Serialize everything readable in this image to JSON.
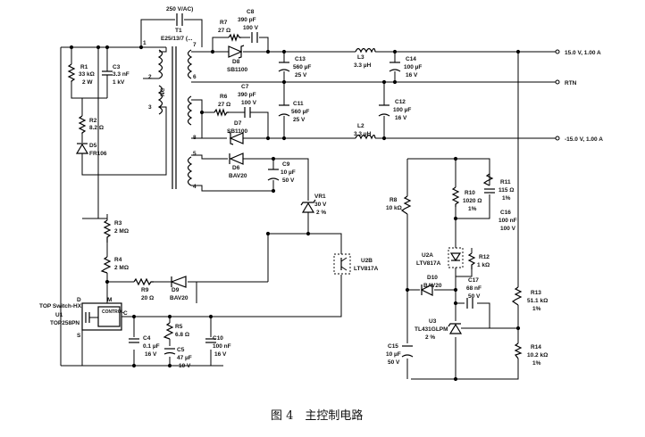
{
  "caption": "图 4　主控制电路",
  "labels": {
    "cy": "250 V/AC)",
    "t1": "T1",
    "t1_part": "E25/13/7 (...",
    "pin1": "1",
    "pin2": "2",
    "pin3": "3",
    "pin4": "4",
    "pin5": "5",
    "pin6": "6",
    "pin7": "7",
    "pin8": "8",
    "nc": "NC",
    "r1": "R1",
    "r1_val": "33 kΩ",
    "r1_pwr": "2 W",
    "c3": "C3",
    "c3_val": "3.3 nF",
    "c3_v": "1 kV",
    "r2": "R2",
    "r2_val": "8.2 Ω",
    "d5": "D5",
    "d5_part": "FR106",
    "r3": "R3",
    "r3_val": "2 MΩ",
    "r4": "R4",
    "r4_val": "2 MΩ",
    "r9": "R9",
    "r9_val": "20 Ω",
    "d9": "D9",
    "d9_part": "BAV20",
    "u1_fam": "TOP Switch-HX",
    "u1": "U1",
    "u1_part": "TOP258PN",
    "ctrl": "CONTROL",
    "pin_d": "D",
    "pin_m": "M",
    "pin_c": "C",
    "pin_s": "S",
    "r5": "R5",
    "r5_val": "6.8 Ω",
    "c4": "C4",
    "c4_val": "0.1 µF",
    "c4_v": "16 V",
    "c5": "C5",
    "c5_val": "47 µF",
    "c5_v": "10 V",
    "c10": "C10",
    "c10_val": "100 nF",
    "c10_v": "16 V",
    "r7": "R7",
    "r7_val": "27 Ω",
    "c8": "C8",
    "c8_val": "390 pF",
    "c8_v": "100 V",
    "d8": "D8",
    "d8_part": "SB1100",
    "c13": "C13",
    "c13_val": "560 µF",
    "c13_v": "25 V",
    "l3": "L3",
    "l3_val": "3.3 µH",
    "c14": "C14",
    "c14_val": "100 µF",
    "c14_v": "16 V",
    "out_pos": "15.0 V, 1.00 A",
    "rtn": "RTN",
    "out_neg": "-15.0 V, 1.00 A",
    "r6": "R6",
    "r6_val": "27 Ω",
    "c7": "C7",
    "c7_val": "390 pF",
    "c7_v": "100 V",
    "c11": "C11",
    "c11_val": "560 µF",
    "c11_v": "25 V",
    "d7": "D7",
    "d7_part": "SB1100",
    "c12": "C12",
    "c12_val": "100 µF",
    "c12_v": "16 V",
    "l2": "L2",
    "l2_val": "3.3 µH",
    "d6": "D6",
    "d6_part": "BAV20",
    "c9": "C9",
    "c9_val": "10 µF",
    "c9_v": "50 V",
    "vr1": "VR1",
    "vr1_val": "30 V",
    "vr1_tol": "2 %",
    "u2b": "U2B",
    "u2b_part": "LTV817A",
    "r8": "R8",
    "r8_val": "10 kΩ",
    "r10": "R10",
    "r10_val": "1020 Ω",
    "r10_tol": "1%",
    "r11": "R11",
    "r11_val": "115 Ω",
    "r11_tol": "1%",
    "c16": "C16",
    "c16_val": "100 nF",
    "c16_v": "100 V",
    "u2a": "U2A",
    "u2a_part": "LTV817A",
    "r12": "R12",
    "r12_val": "1 kΩ",
    "d10": "D10",
    "d10_part": "BAV20",
    "c17": "C17",
    "c17_val": "68 nF",
    "c17_v": "50 V",
    "u3": "U3",
    "u3_part": "TL431GLPM",
    "u3_tol": "2 %",
    "c15": "C15",
    "c15_val": "10 µF",
    "c15_v": "50 V",
    "r13": "R13",
    "r13_val": "51.1 kΩ",
    "r13_tol": "1%",
    "r14": "R14",
    "r14_val": "10.2 kΩ",
    "r14_tol": "1%"
  }
}
